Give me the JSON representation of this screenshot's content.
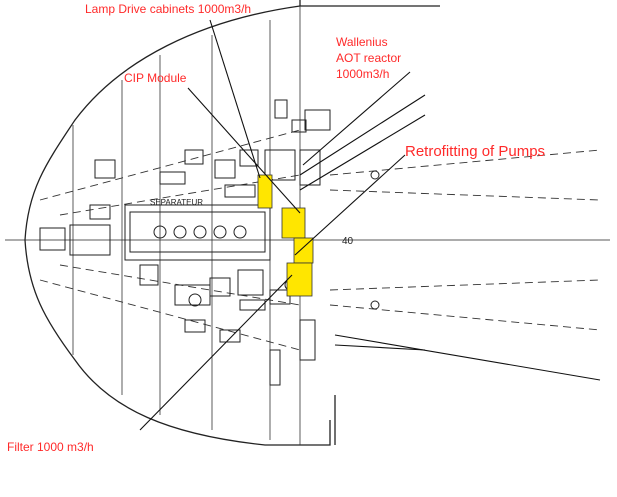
{
  "labels": {
    "lamp_drive": "Lamp Drive cabinets 1000m3/h",
    "cip": "CIP Module",
    "wallenius_1": "Wallenius",
    "wallenius_2": "AOT reactor",
    "wallenius_3": "1000m3/h",
    "retrofit": "Retrofitting of Pumps",
    "filter": "Filter 1000 m3/h"
  },
  "drawing_text": {
    "separator": "SEPARATEUR",
    "frame": "40"
  },
  "colors": {
    "label": "#ff2a2a",
    "highlight": "#ffe600",
    "line": "#222222"
  }
}
